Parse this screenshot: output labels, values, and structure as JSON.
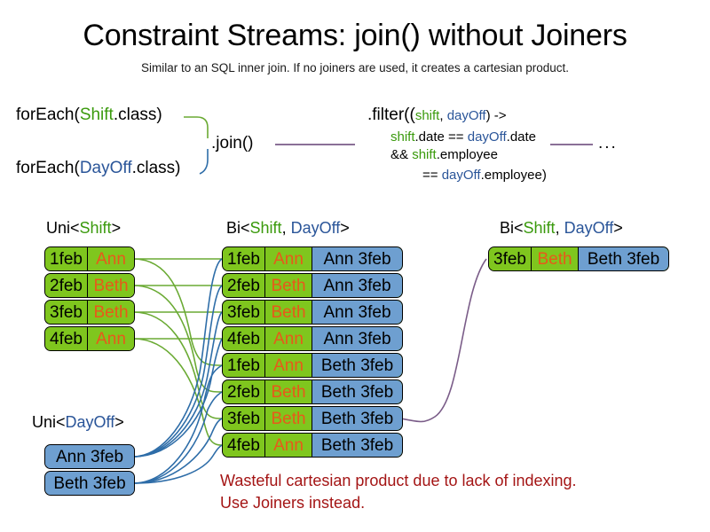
{
  "header": {
    "title": "Constraint Streams: join() without Joiners",
    "subtitle": "Similar to an SQL inner join. If no joiners are used, it creates a cartesian product."
  },
  "colors": {
    "shift_green_text": "#3a9a0c",
    "dayoff_blue_text": "#2a5599",
    "shift_box_fill": "#7fc61e",
    "dayoff_box_fill": "#6e9fd0",
    "employee_text": "#e8591a",
    "warning_red": "#a41515",
    "connector_green": "#6aaa33",
    "connector_blue": "#2e6da8",
    "connector_purple": "#7a5c88"
  },
  "code": {
    "forEachShift": {
      "prefix": "forEach(",
      "type": "Shift",
      "suffix": ".class)"
    },
    "forEachDayOff": {
      "prefix": "forEach(",
      "type": "DayOff",
      "suffix": ".class)"
    },
    "join": ".join()",
    "ellipsis": "...",
    "filter": {
      "line1": {
        "pre": ".filter((",
        "a": "shift",
        "sep": ", ",
        "b": "dayOff",
        "post": ") ->"
      },
      "line2": {
        "a": "shift",
        "mid": ".date == ",
        "b": "dayOff",
        "post": ".date"
      },
      "line3": {
        "pre": "&& ",
        "a": "shift",
        "post": ".employee"
      },
      "line4": {
        "pre": "== ",
        "b": "dayOff",
        "post": ".employee)"
      }
    }
  },
  "streams": {
    "uni_shift": {
      "label": {
        "pre": "Uni<",
        "type": "Shift",
        "post": ">"
      },
      "rows": [
        {
          "date": "1feb",
          "employee": "Ann"
        },
        {
          "date": "2feb",
          "employee": "Beth"
        },
        {
          "date": "3feb",
          "employee": "Beth"
        },
        {
          "date": "4feb",
          "employee": "Ann"
        }
      ]
    },
    "uni_dayoff": {
      "label": {
        "pre": "Uni<",
        "type": "DayOff",
        "post": ">"
      },
      "rows": [
        {
          "dayoff": "Ann 3feb"
        },
        {
          "dayoff": "Beth 3feb"
        }
      ]
    },
    "bi_middle": {
      "label": {
        "pre": "Bi<",
        "type1": "Shift",
        "sep": ", ",
        "type2": "DayOff",
        "post": ">"
      },
      "rows": [
        {
          "date": "1feb",
          "employee": "Ann",
          "dayoff": "Ann 3feb"
        },
        {
          "date": "2feb",
          "employee": "Beth",
          "dayoff": "Ann 3feb"
        },
        {
          "date": "3feb",
          "employee": "Beth",
          "dayoff": "Ann 3feb"
        },
        {
          "date": "4feb",
          "employee": "Ann",
          "dayoff": "Ann 3feb"
        },
        {
          "date": "1feb",
          "employee": "Ann",
          "dayoff": "Beth 3feb"
        },
        {
          "date": "2feb",
          "employee": "Beth",
          "dayoff": "Beth 3feb"
        },
        {
          "date": "3feb",
          "employee": "Beth",
          "dayoff": "Beth 3feb"
        },
        {
          "date": "4feb",
          "employee": "Ann",
          "dayoff": "Beth 3feb"
        }
      ]
    },
    "bi_right": {
      "label": {
        "pre": "Bi<",
        "type1": "Shift",
        "sep": ", ",
        "type2": "DayOff",
        "post": ">"
      },
      "rows": [
        {
          "date": "3feb",
          "employee": "Beth",
          "dayoff": "Beth 3feb"
        }
      ]
    }
  },
  "warning": {
    "line1": "Wasteful cartesian product due to lack of indexing.",
    "line2": "Use Joiners instead."
  }
}
